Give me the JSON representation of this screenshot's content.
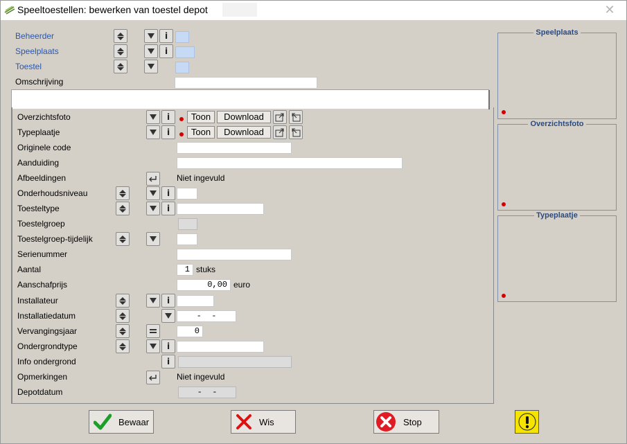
{
  "window": {
    "title": "Speeltoestellen: bewerken van toestel depot",
    "close_icon": "close-icon"
  },
  "header": {
    "beheerder_label": "Beheerder",
    "speelplaats_label": "Speelplaats",
    "toestel_label": "Toestel",
    "omschrijving_label": "Omschrijving",
    "beheerder_value": "",
    "speelplaats_value": "",
    "toestel_value": "",
    "omschrijving_value": ""
  },
  "form": {
    "overzichtsfoto_label": "Overzichtsfoto",
    "typeplaatje_label": "Typeplaatje",
    "originele_code_label": "Originele code",
    "aanduiding_label": "Aanduiding",
    "afbeeldingen_label": "Afbeeldingen",
    "afbeeldingen_value": "Niet ingevuld",
    "onderhoudsniveau_label": "Onderhoudsniveau",
    "toesteltype_label": "Toesteltype",
    "toestelgroep_label": "Toestelgroep",
    "toestelgroep_tijdelijk_label": "Toestelgroep-tijdelijk",
    "serienummer_label": "Serienummer",
    "aantal_label": "Aantal",
    "aantal_value": "1",
    "aantal_unit": "stuks",
    "aanschafprijs_label": "Aanschafprijs",
    "aanschafprijs_value": "0,00",
    "aanschafprijs_unit": "euro",
    "installateur_label": "Installateur",
    "installatiedatum_label": "Installatiedatum",
    "installatiedatum_value": "-  -",
    "vervangingsjaar_label": "Vervangingsjaar",
    "vervangingsjaar_value": "0",
    "ondergrondtype_label": "Ondergrondtype",
    "info_ondergrond_label": "Info ondergrond",
    "opmerkingen_label": "Opmerkingen",
    "opmerkingen_value": "Niet ingevuld",
    "depotdatum_label": "Depotdatum",
    "depotdatum_value": "-  -",
    "toon_label": "Toon",
    "download_label": "Download"
  },
  "side": {
    "speelplaats_caption": "Speelplaats",
    "overzichtsfoto_caption": "Overzichtsfoto",
    "typeplaatje_caption": "Typeplaatje"
  },
  "footer": {
    "bewaar_label": "Bewaar",
    "wis_label": "Wis",
    "stop_label": "Stop"
  },
  "colors": {
    "background": "#d4d0c8",
    "link_label": "#2b55a8",
    "required_dot": "#d40000",
    "lookup_field": "#c6daf5"
  }
}
